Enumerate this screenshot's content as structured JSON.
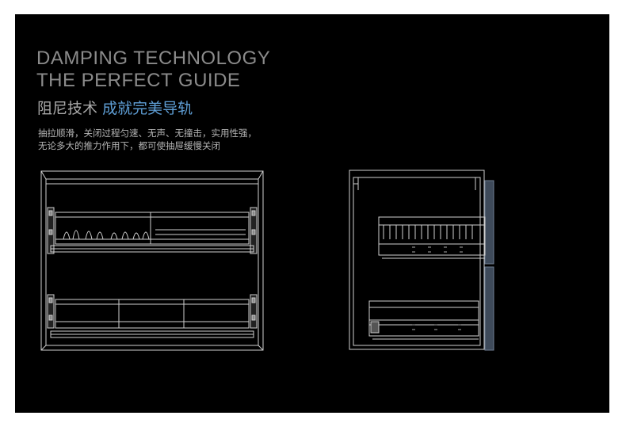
{
  "heading": {
    "line1": "DAMPING TECHNOLOGY",
    "line2": "THE PERFECT GUIDE"
  },
  "subheading": {
    "part1": "阻尼技术",
    "part2": "成就完美导轨"
  },
  "description": {
    "line1": "抽拉顺滑，关闭过程匀速、无声、无撞击，实用性强，",
    "line2": "无论多大的推力作用下，都可使抽屉缓慢关闭"
  },
  "colors": {
    "background": "#000000",
    "heading": "#8b8b8b",
    "accent_blue": "#5f9fd6",
    "line_art": "#d0d0d0",
    "door_panel": "#3e4a5a"
  }
}
